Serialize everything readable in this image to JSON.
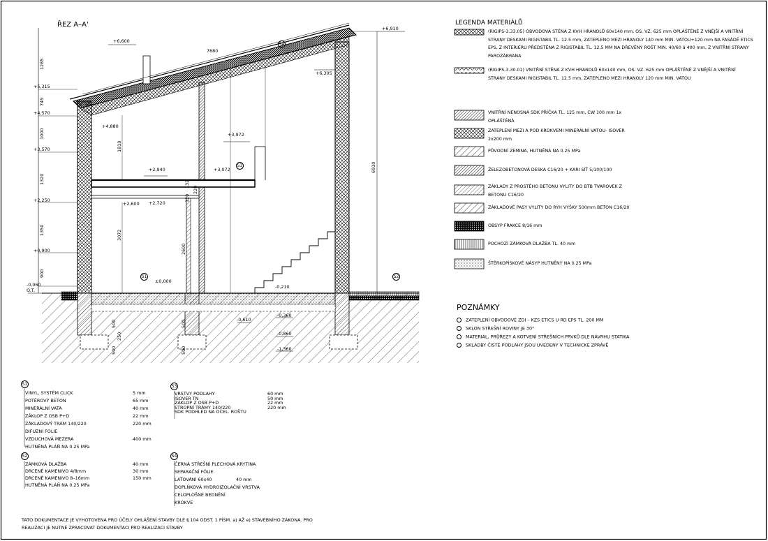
{
  "section_title": "ŘEZ A–A'",
  "levels": {
    "l_6600": "+6,600",
    "l_6910": "+6,910",
    "l_6305": "+6,305",
    "l_5315": "+5,315",
    "l_4570": "+4,570",
    "l_4880": "+4,880",
    "l_3972": "+3,972",
    "l_3570": "+3,570",
    "l_3072": "+3,072",
    "l_2940": "+2,940",
    "l_2720": "+2,720",
    "l_2600": "+2,600",
    "l_2250": "+2,250",
    "l_0900": "+0,900",
    "l_0000": "±0,000",
    "l_m0060": "-0,060",
    "l_ot": "O.T.",
    "l_m0210": "-0,210",
    "l_m0360": "-0,360",
    "l_m0610": "-0,610",
    "l_m0860": "-0,860",
    "l_m1360": "-1,360"
  },
  "dims": {
    "d_7680": "7680",
    "d_1285": "1285",
    "d_745": "745",
    "d_1000": "1000",
    "d_1320": "1320",
    "d_1350": "1350",
    "d_900": "900",
    "d_1810": "1810",
    "d_3072": "3072",
    "d_2600": "2600",
    "d_220": "220",
    "d_120": "120",
    "d_132": "132",
    "d_6910": "6910",
    "d_500a": "500",
    "d_250": "250",
    "d_500b": "500",
    "d_500c": "500",
    "d_500d": "500"
  },
  "tags": {
    "s1": "S1",
    "s2": "S2",
    "s3": "S3",
    "s4": "S4"
  },
  "legend": {
    "title": "LEGENDA MATERIÁLŮ",
    "items": [
      {
        "text": "(RIGIPS-3.33.05) OBVODOVÁ STĚNA Z KVH HRANOLŮ 60x140 mm, OS. VZ. 625 mm OPLÁŠTĚNÉ Z VNĚJŠÍ A VNITŘNÍ STRANY DESKAMI RIGISTABIL TL. 12.5 mm, ZATEPLENO MEZI HRANOLY 140 mm MIN. VATOU+120 mm NA FASÁDĚ ETICS EPS, Z INTERIÉRU PŘEDSTĚNA Z RIGISTABIL TL. 12,5 MM NA DŘEVĚNÝ ROŠT MIN. 40/60 á 400 mm, Z VNITŘNÍ STRANY PAROZÁBRANA"
      },
      {
        "text": "(RIGIPS-3.30.01) VNITŘNÍ STĚNA Z KVH HRANOLŮ 60x140 mm, OS. VZ. 625 mm OPLÁŠTĚNÉ Z VNĚJŠÍ A VNITŘNÍ STRANY DESKAMI RIGISTABIL TL. 12.5 mm, ZATEPLENO MEZI HRANOLY 120 mm MIN. VATOU"
      },
      {
        "text": "VNITŘNÍ NENOSNÁ SDK PŘÍČKA TL. 125 mm, CW 100 mm 1x OPLÁŠTĚNÁ"
      },
      {
        "text": "ZATEPLENÍ MEZI A POD KROKVEMI MINERÁLNÍ VATOU- ISOVER 2x200 mm"
      },
      {
        "text": "PŮVODNÍ ZEMINA, HUTNĚNÁ NA 0.25 MPa"
      },
      {
        "text": "ŽELEZOBETONOVÁ DESKA C16/20 + KARI SÍŤ 5/100/100"
      },
      {
        "text": "ZÁKLADY Z PROSTÉHO BETONU VYLITY DO BTB TVAROVEK Z BETONU C16/20"
      },
      {
        "text": "ZÁKLADOVÉ PASY VYLITY DO RÝH VÝŠKY 500mm BETON C16/20"
      },
      {
        "text": "OBSYP FRAKCE 8/16 mm"
      },
      {
        "text": "POCHOZÍ ZÁMKOVÁ DLAŽBA TL. 40 mm"
      },
      {
        "text": "ŠTĚRKOPÍSKOVÉ NÁSYP HUTNĚNÝ NA 0.25 MPa"
      }
    ]
  },
  "notes": {
    "title": "POZNÁMKY",
    "items": [
      "ZATEPLENÍ OBVODOVÉ ZDI – KZS ETICS U RD EPS TL. 200 MM",
      "SKLON STŘEŠNÍ ROVINY JE 30°",
      "MATERIÁL, PRŮŘEZY A KOTVENÍ STŘEŠNÍCH PRVKŮ DLE NÁVRHU STATIKA",
      "SKLADBY ČISTÉ PODLAHY JSOU UVEDENY V TECHNICKÉ ZPRÁVĚ"
    ]
  },
  "spec_s1": {
    "tag": "S1",
    "rows": [
      {
        "name": "VINYL, SYSTÉM CLICK",
        "value": "5 mm"
      },
      {
        "name": "POTĚROVÝ BETON",
        "value": "65 mm"
      },
      {
        "name": "MINERÁLNÍ VATA",
        "value": "40 mm"
      },
      {
        "name": "ZÁKLOP Z OSB P+D",
        "value": "22 mm"
      },
      {
        "name": "ZÁKLADOVÝ TRÁM 140/220",
        "value": "220 mm"
      },
      {
        "name": "DIFUZNÍ FOLIE",
        "value": ""
      },
      {
        "name": "VZDUCHOVÁ MEZERA",
        "value": "400 mm"
      },
      {
        "name": "HUTNĚNÁ PLÁŇ NA 0.25 MPa",
        "value": ""
      }
    ]
  },
  "spec_s2": {
    "tag": "S2",
    "rows": [
      {
        "name": "ZÁMKOVÁ DLAŽBA",
        "value": "40 mm"
      },
      {
        "name": "DRCENÉ KAMENIVO 4/8mm",
        "value": "30 mm"
      },
      {
        "name": "DRCENÉ KAMENIVO 8–16mm",
        "value": "150 mm"
      },
      {
        "name": "HUTNĚNÁ PLÁŇ NA 0.25 MPa",
        "value": ""
      }
    ]
  },
  "spec_s3": {
    "tag": "S3",
    "rows": [
      {
        "name": "VRSTVY PODLAHY",
        "value": "60 mm"
      },
      {
        "name": "ISOVER TN",
        "value": "50 mm"
      },
      {
        "name": "ZÁKLOP Z OSB P+D",
        "value": "22 mm"
      },
      {
        "name": "STROPNÍ TRÁMY 140/220",
        "value": "220 mm"
      },
      {
        "name": "SDK PODHLED NA OCEL. ROŠTU",
        "value": ""
      }
    ]
  },
  "spec_s4": {
    "tag": "S4",
    "rows": [
      {
        "name": "ČERNÁ STŘEŠNÍ PLECHOVÁ KRYTINA",
        "value": ""
      },
      {
        "name": "SEPARAČNÍ FÓLIE",
        "value": ""
      },
      {
        "name": "LAŤOVÁNÍ 60x40",
        "value": "40 mm"
      },
      {
        "name": "DOPLŇKOVÁ HYDROIZOLAČNÍ VRSTVA",
        "value": ""
      },
      {
        "name": "CELOPLOŠNÉ BEDNĚNÍ",
        "value": ""
      },
      {
        "name": "KROKVE",
        "value": ""
      }
    ]
  },
  "footer": {
    "line1": "TATO DOKUMENTACE JE VYHOTOVENA PRO ÚČELY OHLÁŠENÍ STAVBY DLE § 104 ODST. 1 PÍSM. a) AŽ e) STAVEBNÍHO ZÁKONA. PRO",
    "line2": "REALIZACI JE NUTNÉ ZPRACOVAT DOKUMENTACI PRO REALIZACI STAVBY"
  }
}
